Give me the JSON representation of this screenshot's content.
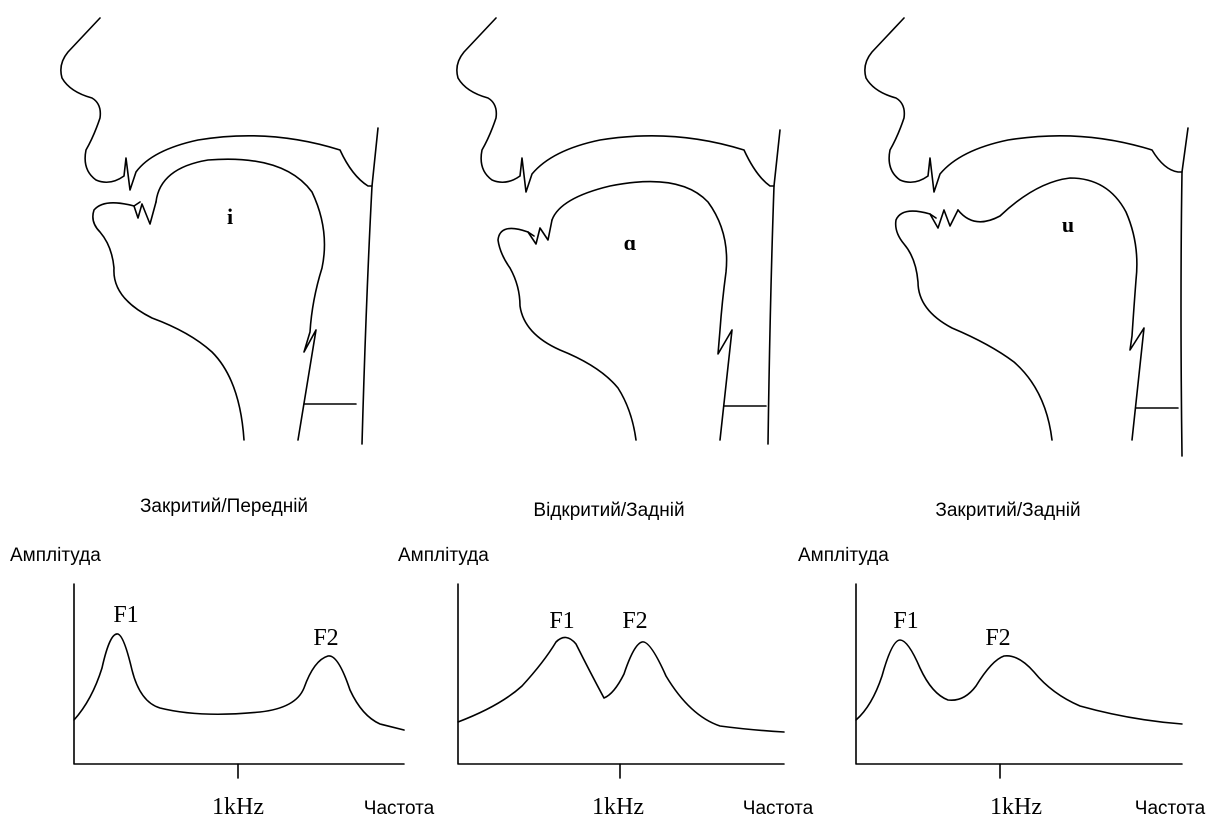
{
  "panels": [
    {
      "vowel": "i",
      "caption": "Закритий/Передній",
      "spectrum": {
        "ylabel": "Амплітуда",
        "xlabel": "Частота",
        "tick": "1kHz",
        "peaks": [
          {
            "label": "F1"
          },
          {
            "label": "F2"
          }
        ]
      }
    },
    {
      "vowel": "ɑ",
      "caption": "Відкритий/Задній",
      "spectrum": {
        "ylabel": "Амплітуда",
        "xlabel": "Частота",
        "tick": "1kHz",
        "peaks": [
          {
            "label": "F1"
          },
          {
            "label": "F2"
          }
        ]
      }
    },
    {
      "vowel": "u",
      "caption": "Закритий/Задній",
      "spectrum": {
        "ylabel": "Амплітуда",
        "xlabel": "Частота",
        "tick": "1kHz",
        "peaks": [
          {
            "label": "F1"
          },
          {
            "label": "F2"
          }
        ]
      }
    }
  ]
}
